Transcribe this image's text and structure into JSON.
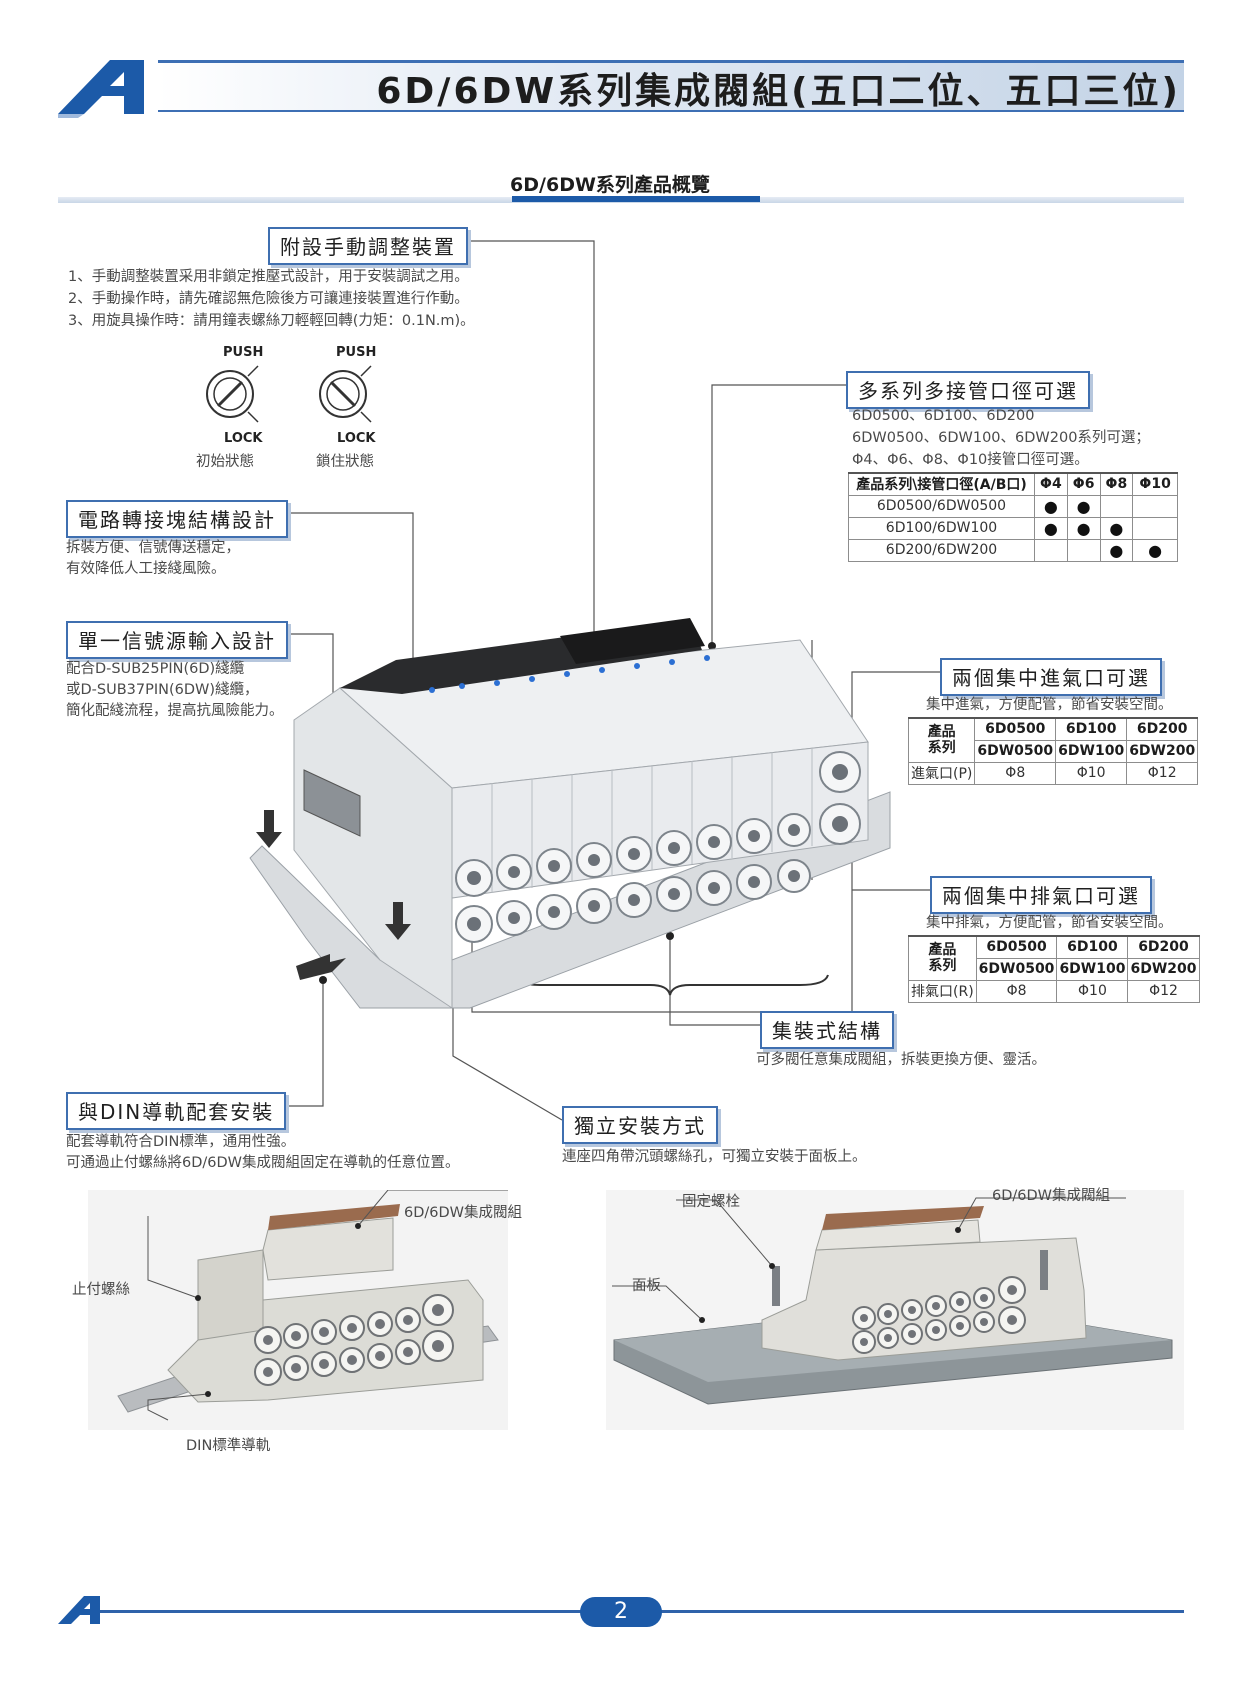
{
  "header": {
    "title": "6D/6DW系列集成閥組(五口二位、五口三位)",
    "subtitle": "6D/6DW系列產品概覽"
  },
  "manual_device": {
    "label": "附設手動調整裝置",
    "lines": [
      "1、手動調整裝置采用非鎖定推壓式設計，用于安裝調試之用。",
      "2、手動操作時，請先確認無危險後方可讓連接裝置進行作動。",
      "3、用旋具操作時：請用鐘表螺絲刀輕輕回轉(力矩：0.1N.m)。"
    ],
    "dial_push": "PUSH",
    "dial_lock": "LOCK",
    "state_initial": "初始狀態",
    "state_locked": "鎖住狀態"
  },
  "circuit_block": {
    "label": "電路轉接塊結構設計",
    "lines": [
      "拆裝方便、信號傳送穩定，",
      "有效降低人工接綫風險。"
    ]
  },
  "single_signal": {
    "label": "單一信號源輸入設計",
    "lines": [
      "配合D-SUB25PIN(6D)綫纜",
      "或D-SUB37PIN(6DW)綫纜，",
      "簡化配綫流程，提高抗風險能力。"
    ]
  },
  "multi_series": {
    "label": "多系列多接管口徑可選",
    "lines": [
      "6D0500、6D100、6D200",
      "6DW0500、6DW100、6DW200系列可選；",
      "Φ4、Φ6、Φ8、Φ10接管口徑可選。"
    ],
    "table": {
      "header": [
        "產品系列\\接管口徑(A/B口)",
        "Φ4",
        "Φ6",
        "Φ8",
        "Φ10"
      ],
      "rows": [
        {
          "name": "6D0500/6DW0500",
          "cells": [
            "●",
            "●",
            "",
            ""
          ]
        },
        {
          "name": "6D100/6DW100",
          "cells": [
            "●",
            "●",
            "●",
            ""
          ]
        },
        {
          "name": "6D200/6DW200",
          "cells": [
            "",
            "",
            "●",
            "●"
          ]
        }
      ]
    }
  },
  "dual_inlet": {
    "label": "兩個集中進氣口可選",
    "desc": "集中進氣，方便配管，節省安裝空間。",
    "table": {
      "h1": "產品",
      "h2": "系列",
      "top": [
        "6D0500",
        "6D100",
        "6D200"
      ],
      "bottom": [
        "6DW0500",
        "6DW100",
        "6DW200"
      ],
      "row_label": "進氣口(P)",
      "values": [
        "Φ8",
        "Φ10",
        "Φ12"
      ]
    }
  },
  "dual_exhaust": {
    "label": "兩個集中排氣口可選",
    "desc": "集中排氣，方便配管，節省安裝空間。",
    "table": {
      "h1": "產品",
      "h2": "系列",
      "top": [
        "6D0500",
        "6D100",
        "6D200"
      ],
      "bottom": [
        "6DW0500",
        "6DW100",
        "6DW200"
      ],
      "row_label": "排氣口(R)",
      "values": [
        "Φ8",
        "Φ10",
        "Φ12"
      ]
    }
  },
  "assembly": {
    "label": "集裝式結構",
    "desc": "可多閥任意集成閥組，拆裝更換方便、靈活。"
  },
  "din_rail": {
    "label": "與DIN導軌配套安裝",
    "lines": [
      "配套導軌符合DIN標準，通用性強。",
      "可通過止付螺絲將6D/6DW集成閥組固定在導軌的任意位置。"
    ]
  },
  "independent": {
    "label": "獨立安裝方式",
    "desc": "連座四角帶沉頭螺絲孔，可獨立安裝于面板上。"
  },
  "photo_left": {
    "callout_manifold": "6D/6DW集成閥組",
    "callout_screw": "止付螺絲",
    "callout_rail": "DIN標準導軌"
  },
  "photo_right": {
    "callout_bolt": "固定螺栓",
    "callout_manifold": "6D/6DW集成閥組",
    "callout_panel": "面板"
  },
  "footer": {
    "page": "2"
  },
  "colors": {
    "brand_blue": "#1c5aa8",
    "frame_blue": "#3f6fb0"
  }
}
